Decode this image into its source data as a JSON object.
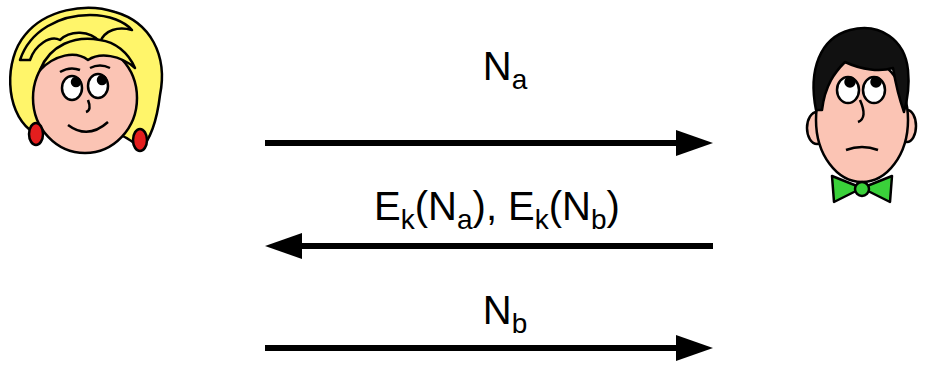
{
  "diagram": {
    "labels": [
      "Na",
      "Ek(Na), Ek(Nb)",
      "Nb"
    ]
  }
}
